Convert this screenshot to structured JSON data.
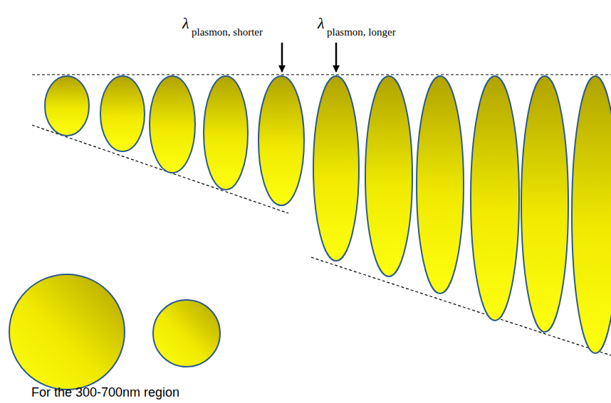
{
  "diagram": {
    "labels": [
      "λ",
      "plasmon, shorter",
      "λ",
      "plasmon, longer",
      "For the 300-700nm region"
    ]
  }
}
